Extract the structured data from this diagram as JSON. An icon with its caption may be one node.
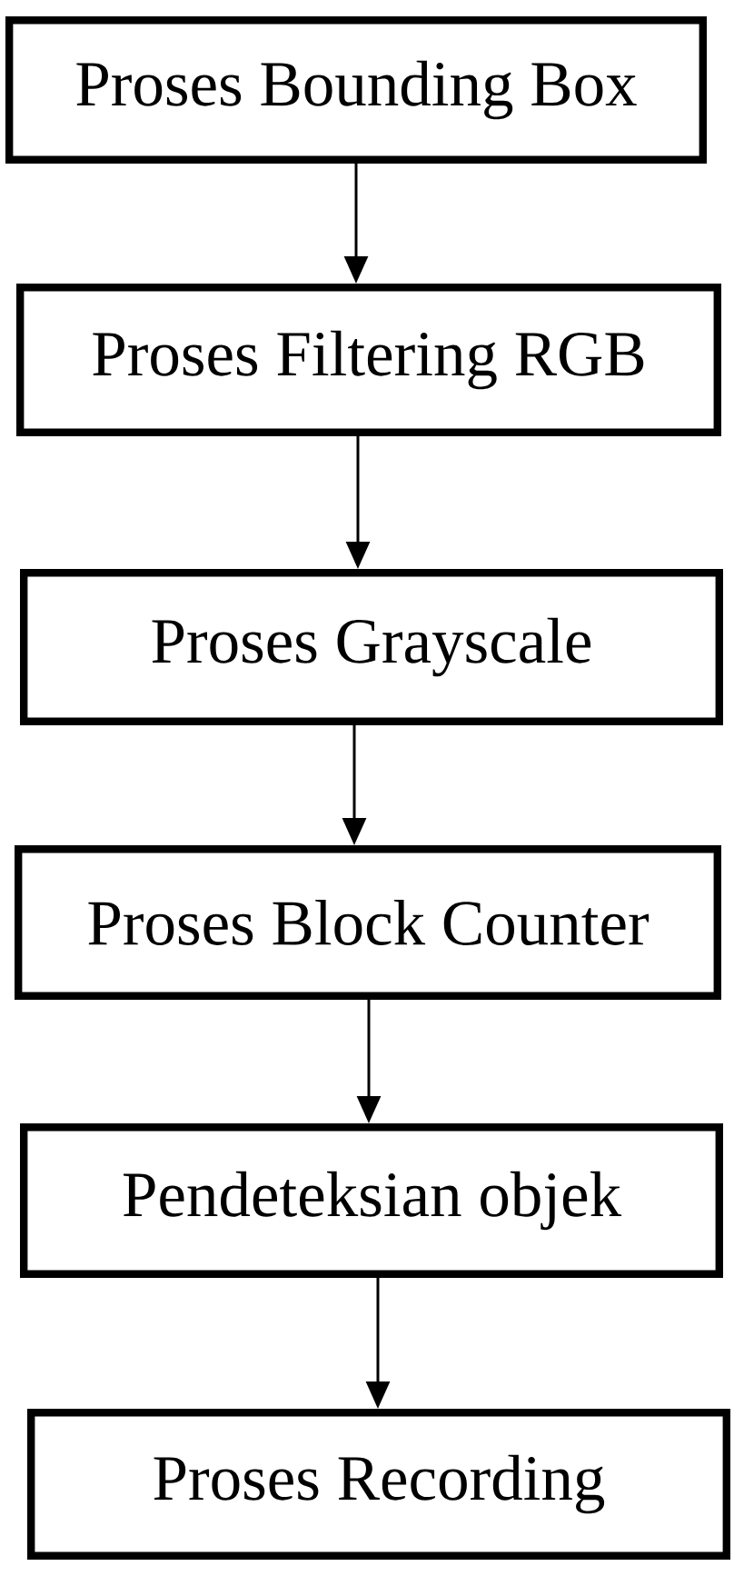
{
  "diagram": {
    "nodes": [
      {
        "text": [
          "Proses Bounding Box"
        ]
      },
      {
        "text": [
          "Proses Filtering RGB"
        ]
      },
      {
        "text": [
          "Proses Grayscale"
        ]
      },
      {
        "text": [
          "Proses Block Counter"
        ]
      },
      {
        "text": [
          "Pendeteksian objek"
        ]
      },
      {
        "text": [
          "Proses Recording"
        ]
      }
    ],
    "edges": [
      {
        "from": 0,
        "to": 1,
        "arrow": "to"
      },
      {
        "from": 1,
        "to": 2,
        "arrow": "to"
      },
      {
        "from": 2,
        "to": 3,
        "arrow": "to"
      },
      {
        "from": 3,
        "to": 4,
        "arrow": "to"
      },
      {
        "from": 4,
        "to": 5,
        "arrow": "to"
      }
    ]
  }
}
